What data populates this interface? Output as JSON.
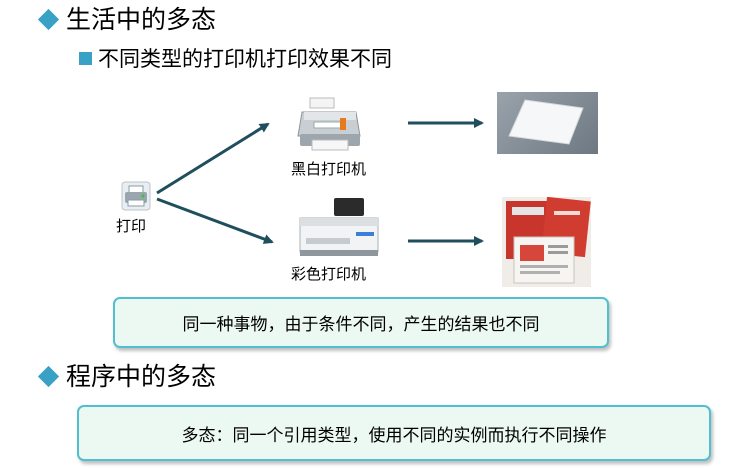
{
  "section1": {
    "title": "生活中的多态"
  },
  "subpoint": {
    "text": "不同类型的打印机打印效果不同"
  },
  "diagram": {
    "print_label": "打印",
    "printer_bw_label": "黑白打印机",
    "printer_color_label": "彩色打印机"
  },
  "callout1": {
    "text": "同一种事物，由于条件不同，产生的结果也不同"
  },
  "section2": {
    "title": "程序中的多态"
  },
  "callout2": {
    "text": "多态：同一个引用类型，使用不同的实例而执行不同操作"
  },
  "colors": {
    "accent": "#39a0c6",
    "box_border": "#50bfd0",
    "box_fill": "#ecf9f2",
    "arrow": "#1f4e5c"
  }
}
